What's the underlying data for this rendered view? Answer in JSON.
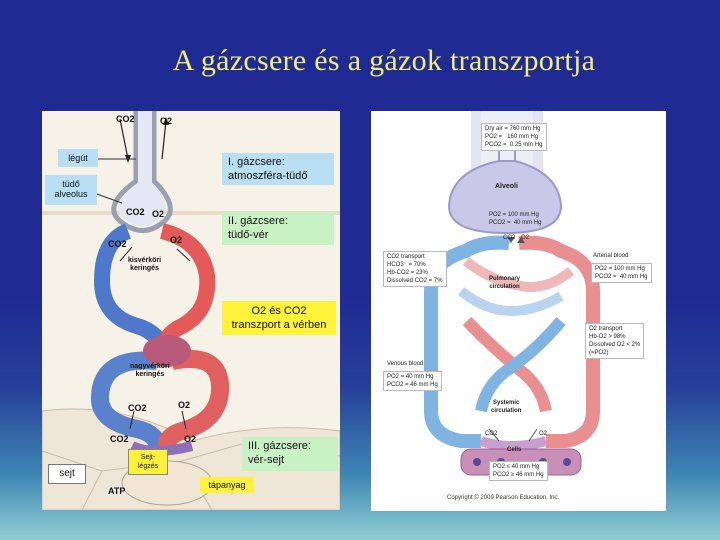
{
  "title": "A gázcsere és a gázok transzportja",
  "left": {
    "top_co2": "CO2",
    "top_o2": "O2",
    "legut": "légút",
    "tudo_alveolus": "tüdő\nalveolus",
    "alv_co2": "CO2",
    "alv_o2": "O2",
    "box1_title": "I. gázcsere:",
    "box1_sub": "atmoszféra-tüdő",
    "box2_title": "II. gázcsere:",
    "box2_sub": "tüdő-vér",
    "co2_upper": "CO2",
    "o2_upper": "O2",
    "kisverkori": "kisvérköri\nkeringés",
    "box3_title": "O2 és CO2",
    "box3_sub": "transzport a vérben",
    "nagyverkori": "nagyvérköri\nkeringés",
    "co2_mid": "CO2",
    "o2_mid": "O2",
    "co2_low": "CO2",
    "o2_low": "O2",
    "box4_title": "III. gázcsere:",
    "box4_sub": "vér-sejt",
    "sejtlegzes": "Sejt-\nlégzés",
    "sejt": "sejt",
    "atp": "ATP",
    "tapanyag": "tápanyag"
  },
  "right": {
    "dry_air": "Dry air = 760 mm Hg\nPO2 =   160 mm Hg\nPCO2 =  0.25 mm Hg",
    "alveoli": "Alveoli",
    "alveoli_values": "PO2 = 100 mm Hg\nPCO2 =  40 mm Hg",
    "co2_top": "CO2",
    "o2_top": "O2",
    "co2_transport": "CO2 transport\nHCO3⁻ = 70%\nHb-CO2 = 23%\nDissolved CO2 = 7%",
    "pulmonary": "Pulmonary\ncirculation",
    "arterial_label": "Arterial blood",
    "arterial_values": "PO2 = 100 mm Hg\nPCO2 =  40 mm Hg",
    "o2_transport": "O2 transport\nHb-O2 > 98%\nDissolved O2 < 2%\n(=PO2)",
    "venous_label": "Venous blood",
    "venous_values": "PO2 = 40 mm Hg\nPCO2 = 46 mm Hg",
    "systemic": "Systemic\ncirculation",
    "co2_bottom": "CO2",
    "o2_bottom": "O2",
    "cells": "Cells",
    "cells_values": "PO2 ≤ 40 mm Hg\nPCO2 ≥ 46 mm Hg",
    "copyright": "Copyright © 2009 Pearson Education, Inc."
  }
}
